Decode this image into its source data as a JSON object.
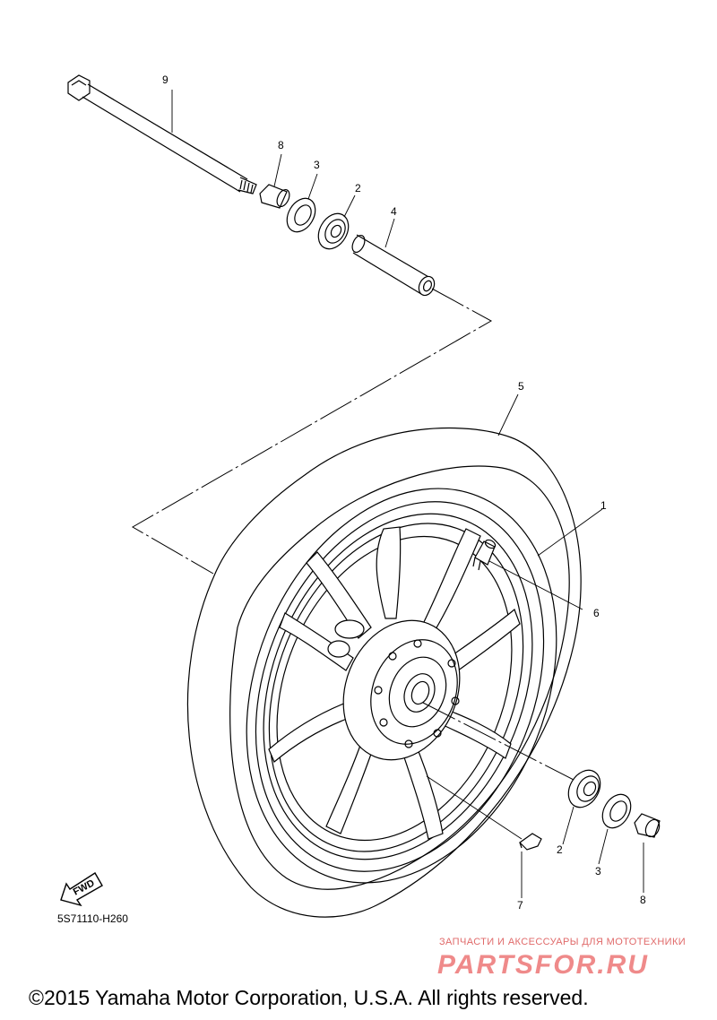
{
  "diagram": {
    "callouts": {
      "p1": "1",
      "p2a": "2",
      "p2b": "2",
      "p3a": "3",
      "p3b": "3",
      "p4": "4",
      "p5": "5",
      "p6": "6",
      "p7": "7",
      "p8a": "8",
      "p8b": "8",
      "p9": "9"
    },
    "fwd_label": "FWD",
    "drawing_code": "5S71110-H260"
  },
  "watermark": {
    "tagline": "ЗАПЧАСТИ И АКСЕССУАРЫ ДЛЯ МОТОТЕХНИКИ",
    "logo_text": "PARTSFOR.RU",
    "color": "#e06a6a"
  },
  "footer": {
    "copyright": "©2015 Yamaha Motor Corporation, U.S.A. All rights reserved."
  }
}
